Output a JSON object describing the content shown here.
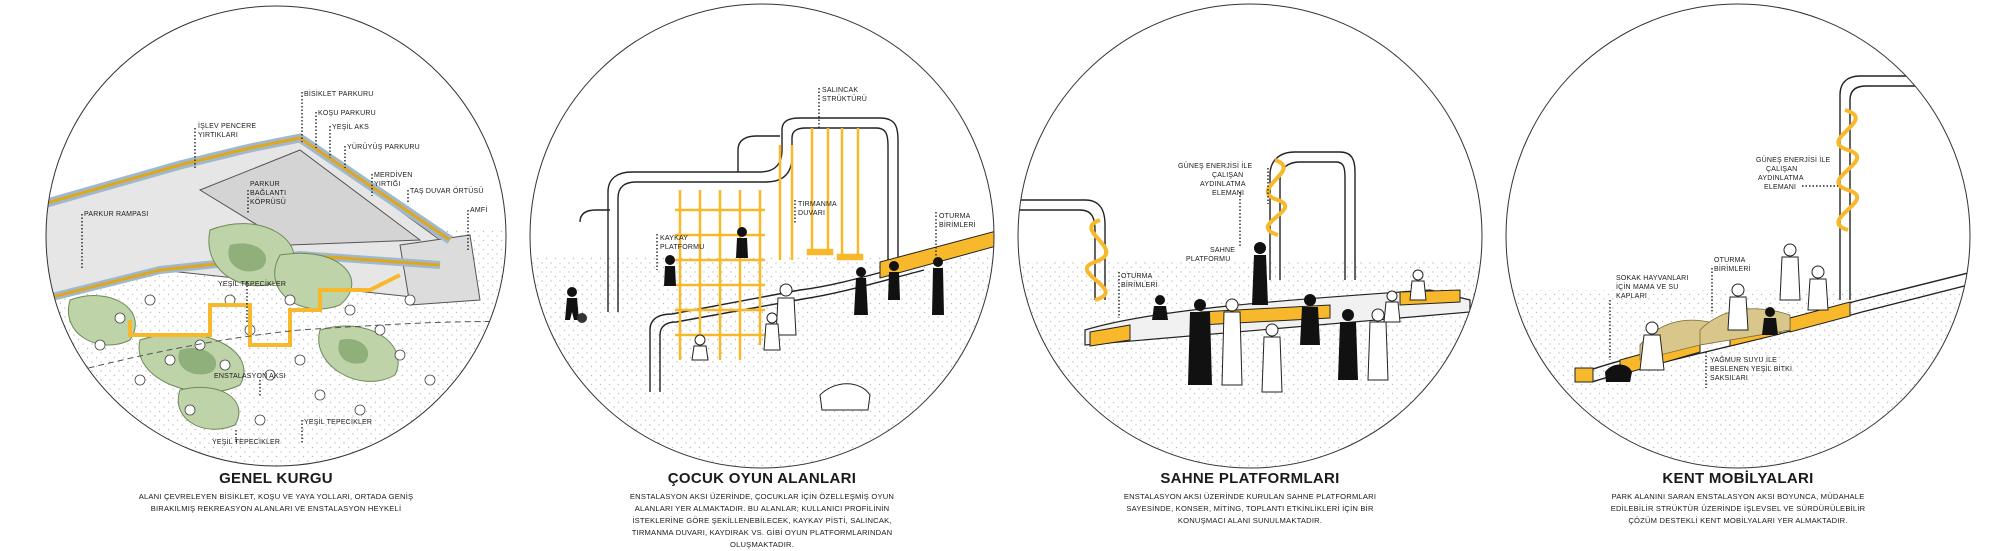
{
  "accent_color": "#f7b92b",
  "hill_color": "#bfd3a8",
  "panels": [
    {
      "title": "GENEL KURGU",
      "description": "ALANI ÇEVRELEYEN BİSİKLET, KOŞU VE YAYA YOLLARI, ORTADA GENİŞ BIRAKILMIŞ REKREASYON ALANLARI VE ENSTALASYON HEYKELİ",
      "labels": {
        "l1": "BİSİKLET PARKURU",
        "l2": "İŞLEV PENCERE",
        "l2b": "YIRTIKLARI",
        "l3": "KOŞU PARKURU",
        "l4": "YEŞİL AKS",
        "l5": "YÜRÜYÜŞ PARKURU",
        "l6": "MERDİVEN",
        "l6b": "YIRTIĞI",
        "l7": "TAŞ DUVAR ÖRTÜSÜ",
        "l8": "PARKUR",
        "l8b": "BAĞLANTI",
        "l8c": "KÖPRÜSÜ",
        "l9": "AMFİ",
        "l10": "PARKUR RAMPASI",
        "l11": "YEŞİL TEPECİKLER",
        "l12": "ENSTALASYON AKSI",
        "l13": "YEŞİL TEPECİKLER",
        "l14": "YEŞİL TEPECİKLER"
      }
    },
    {
      "title": "ÇOCUK OYUN ALANLARI",
      "description": "ENSTALASYON AKSI ÜZERİNDE, ÇOCUKLAR İÇİN ÖZELLEŞMİŞ OYUN ALANLARI YER ALMAKTADIR. BU ALANLAR; KULLANICI PROFİLİNİN İSTEKLERİNE GÖRE ŞEKİLLENEBİLECEK, KAYKAY PİSTİ, SALINCAK, TIRMANMA DUVARI, KAYDIRAK VS. GİBİ OYUN PLATFORMLARINDAN OLUŞMAKTADIR.",
      "labels": {
        "l1": "SALINCAK",
        "l1b": "STRÜKTÜRÜ",
        "l2": "TIRMANMA",
        "l2b": "DUVARI",
        "l3": "KAYKAY",
        "l3b": "PLATFORMU",
        "l4": "OTURMA",
        "l4b": "BİRİMLERİ"
      }
    },
    {
      "title": "SAHNE PLATFORMLARI",
      "description": "ENSTALASYON AKSI ÜZERİNDE KURULAN SAHNE PLATFORMLARI SAYESİNDE, KONSER, MİTİNG, TOPLANTI ETKİNLİKLERİ İÇİN BİR KONUŞMACI ALANI SUNULMAKTADIR.",
      "labels": {
        "l1": "GÜNEŞ ENERJİSİ İLE",
        "l1b": "ÇALIŞAN",
        "l1c": "AYDINLATMA",
        "l1d": "ELEMANI",
        "l2": "SAHNE",
        "l2b": "PLATFORMU",
        "l3": "OTURMA",
        "l3b": "BİRİMLERİ"
      }
    },
    {
      "title": "KENT MOBİLYALARI",
      "description": "PARK ALANINI SARAN ENSTALASYON AKSI BOYUNCA, MÜDAHALE EDİLEBİLİR STRÜKTÜR ÜZERİNDE İŞLEVSEL VE SÜRDÜRÜLEBİLİR ÇÖZÜM DESTEKLİ KENT MOBİLYALARI YER ALMAKTADIR.",
      "labels": {
        "l1": "GÜNEŞ ENERJİSİ İLE",
        "l1b": "ÇALIŞAN",
        "l1c": "AYDINLATMA",
        "l1d": "ELEMANI",
        "l2": "OTURMA",
        "l2b": "BİRİMLERİ",
        "l3": "SOKAK HAYVANLARI",
        "l3b": "İÇİN MAMA VE SU",
        "l3c": "KAPLARI",
        "l4": "YAĞMUR SUYU İLE",
        "l4b": "BESLENEN YEŞİL BİTKİ",
        "l4c": "SAKSILARI"
      }
    }
  ]
}
